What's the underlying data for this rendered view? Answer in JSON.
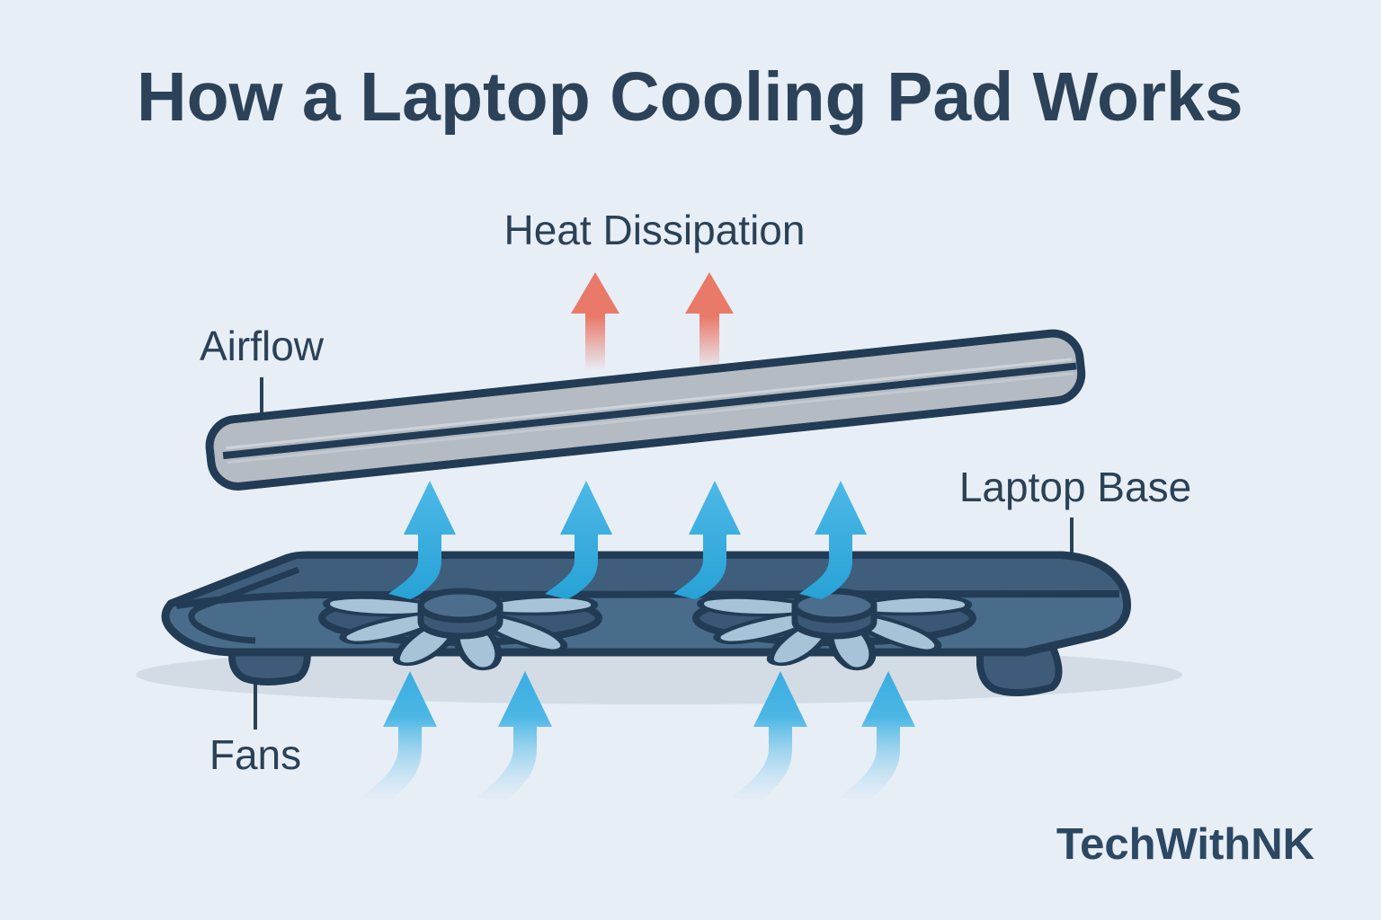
{
  "title": "How a Laptop Cooling Pad Works",
  "watermark": "TechWithNK",
  "labels": {
    "heat": "Heat Dissipation",
    "airflow": "Airflow",
    "laptop_base": "Laptop Base",
    "fans": "Fans"
  },
  "diagram": {
    "heat_arrow_count": 2,
    "mid_airflow_arrow_count": 4,
    "intake_arrow_count": 4,
    "fan_count": 2,
    "parts": [
      "laptop",
      "cooling-pad",
      "fans",
      "feet",
      "shadow"
    ]
  },
  "colors": {
    "background": "#e8eef6",
    "title_text": "#2c4258",
    "label_text": "#2b4155",
    "leader_line": "#2b4155",
    "heat_arrow": "#e97a6a",
    "airflow_arrow": "#33a9dc",
    "airflow_arrow_light": "#4db9e7",
    "laptop_fill": "#b4bbc3",
    "laptop_highlight": "#cdd3d9",
    "outline": "#223c55",
    "pad_front": "#4a6c8b",
    "pad_top": "#3f5e7c",
    "fan_recess": "#3a5875",
    "fan_blade": "#a7c3d8",
    "fan_hub_top": "#4d6d8c",
    "fan_hub_side": "#3b5977",
    "foot": "#3e5c7a",
    "shadow": "#d3dce5",
    "watermark_text": "#2c4862"
  }
}
